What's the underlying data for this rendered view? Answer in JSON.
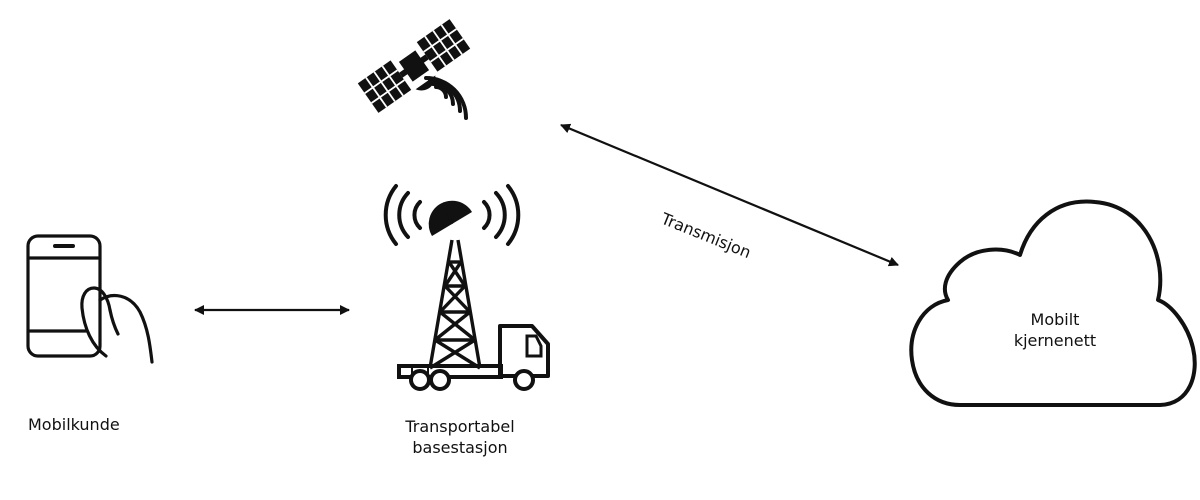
{
  "diagram": {
    "nodes": {
      "client": {
        "label": "Mobilkunde",
        "icon": "hand-holding-phone-icon"
      },
      "station": {
        "label_line1": "Transportabel",
        "label_line2": "basestasjon",
        "icon": "transportable-base-station-truck-icon"
      },
      "satellite": {
        "icon": "satellite-icon"
      },
      "core": {
        "label_line1": "Mobilt",
        "label_line2": "kjernenett",
        "icon": "cloud-icon"
      }
    },
    "edges": {
      "client_station": {
        "from": "Mobilkunde",
        "to": "Transportabel basestasjon",
        "direction": "bidirectional"
      },
      "satellite_core": {
        "label": "Transmisjon",
        "direction": "bidirectional"
      }
    },
    "colors": {
      "stroke": "#111111",
      "background": "#ffffff"
    }
  }
}
